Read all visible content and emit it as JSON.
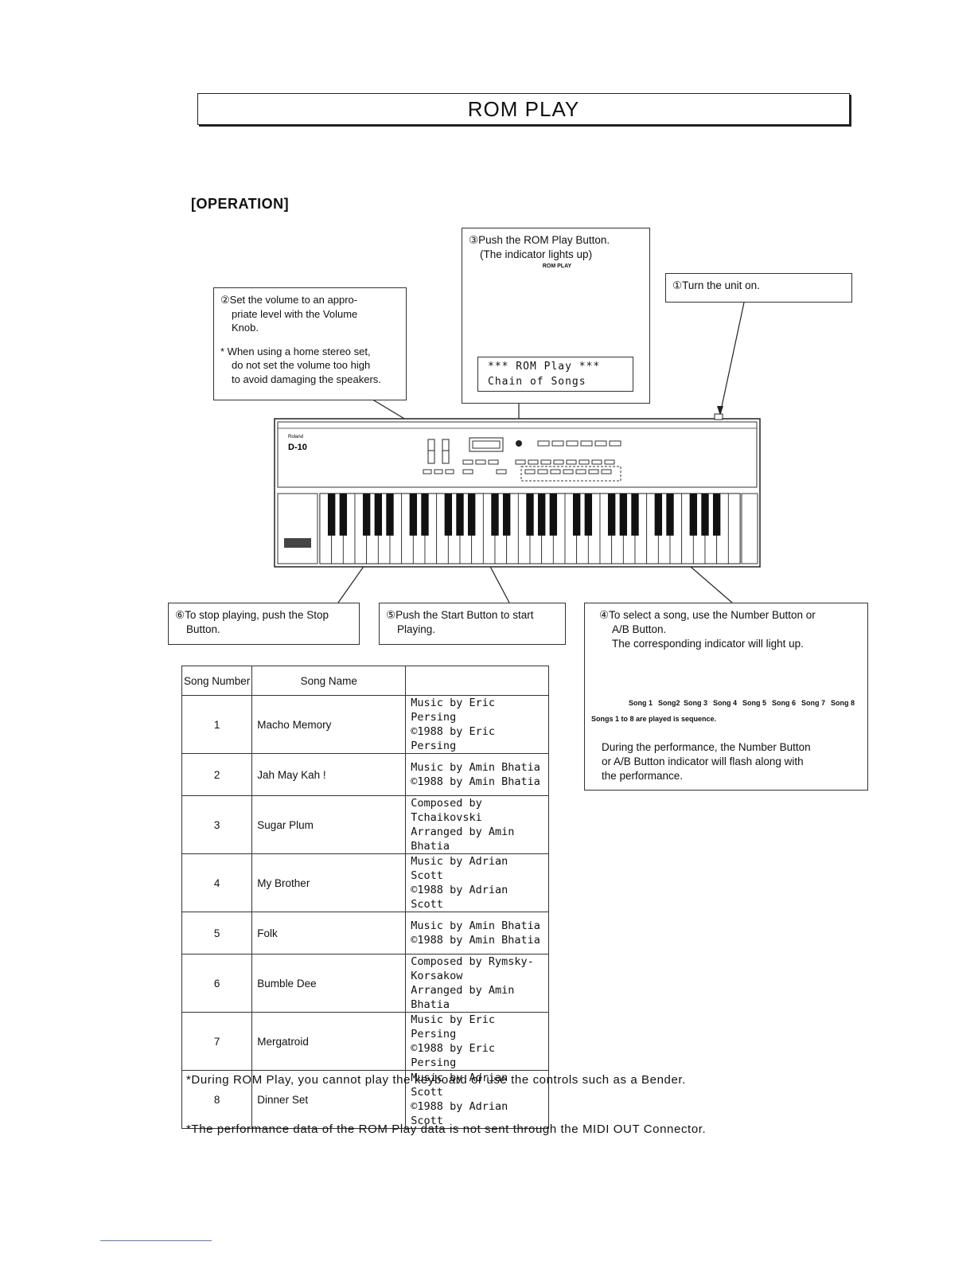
{
  "header": {
    "title": "ROM PLAY"
  },
  "section": {
    "heading": "[OPERATION]"
  },
  "callouts": {
    "step1": "①Turn the unit on.",
    "step2_line1": "②Set the volume to an appro-",
    "step2_line2": "priate level with the Volume",
    "step2_line3": "Knob.",
    "step2_note1": "* When using a home stereo set,",
    "step2_note2": "do not set the volume too high",
    "step2_note3": "to avoid damaging the speakers.",
    "step3_line1": "③Push the ROM Play Button.",
    "step3_line2": "(The indicator lights up)",
    "step3_button_label": "ROM PLAY",
    "step4_line1": "④To select a song, use the Number Button or",
    "step4_line2": "A/B Button.",
    "step4_line3": "The corresponding indicator will light up.",
    "step4_sequence": "Songs 1 to 8 are played is sequence.",
    "step4_note1": "During the performance, the Number Button",
    "step4_note2": "or A/B Button indicator will flash along with",
    "step4_note3": "the performance.",
    "step5_line1": "⑤Push the Start Button to start",
    "step5_line2": "Playing.",
    "step6_line1": "⑥To stop playing, push the Stop",
    "step6_line2": "Button."
  },
  "lcd": {
    "line1": "*** ROM Play ***",
    "line2": "Chain of Songs"
  },
  "synth": {
    "brand": "Roland",
    "model": "D-10"
  },
  "song_buttons": [
    "Song 1",
    "Song2",
    "Song 3",
    "Song 4",
    "Song 5",
    "Song 6",
    "Song 7",
    "Song 8"
  ],
  "table": {
    "headers": {
      "number": "Song Number",
      "name": "Song Name",
      "credit": ""
    },
    "rows": [
      {
        "number": "1",
        "name": "Macho Memory",
        "credit1": "Music by Eric Persing",
        "credit2": "©1988 by Eric Persing"
      },
      {
        "number": "2",
        "name": "Jah May Kah !",
        "credit1": "Music by Amin Bhatia",
        "credit2": "©1988 by Amin Bhatia"
      },
      {
        "number": "3",
        "name": "Sugar Plum",
        "credit1": "Composed by Tchaikovski",
        "credit2": "Arranged by Amin Bhatia"
      },
      {
        "number": "4",
        "name": "My Brother",
        "credit1": "Music by Adrian Scott",
        "credit2": "©1988 by Adrian Scott"
      },
      {
        "number": "5",
        "name": "Folk",
        "credit1": "Music by Amin Bhatia",
        "credit2": "©1988 by Amin Bhatia"
      },
      {
        "number": "6",
        "name": "Bumble Dee",
        "credit1": "Composed by Rymsky-Korsakow",
        "credit2": "Arranged by Amin Bhatia"
      },
      {
        "number": "7",
        "name": "Mergatroid",
        "credit1": "Music by Eric Persing",
        "credit2": "©1988 by Eric Persing"
      },
      {
        "number": "8",
        "name": "Dinner Set",
        "credit1": "Music by Adrian Scott",
        "credit2": "©1988 by Adrian Scott"
      }
    ]
  },
  "notes": {
    "note1": "*During ROM Play, you cannot play the keyboard or use the controls such as a Bender.",
    "note2": "*The performance data of the ROM Play data is not sent through the MIDI OUT Connector."
  }
}
